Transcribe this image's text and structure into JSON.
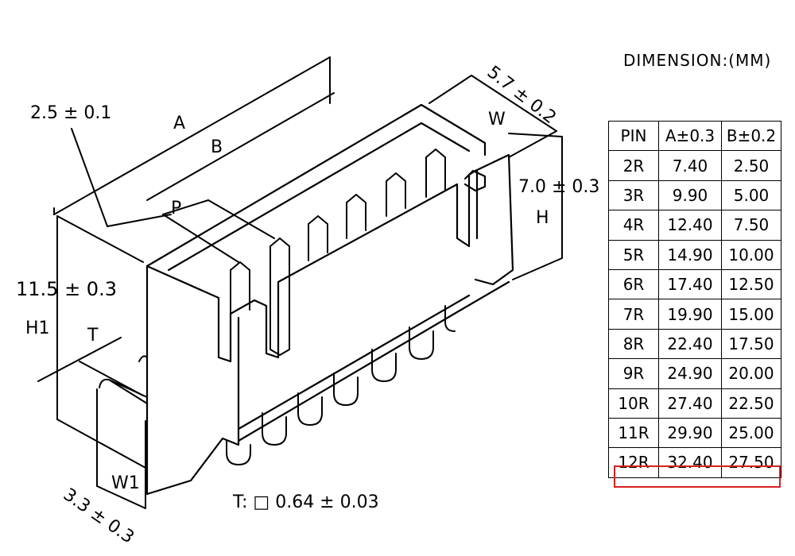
{
  "labels": {
    "tol_2_5": "2.5 ± 0.1",
    "A": "A",
    "B": "B",
    "P": "P",
    "W": "W",
    "tol_5_7": "5.7 ± 0.2",
    "tol_7_0": "7.0 ± 0.3",
    "H": "H",
    "tol_11_5": "11.5 ± 0.3",
    "H1": "H1",
    "T": "T",
    "W1": "W1",
    "tol_3_3": "3.3 ± 0.3",
    "pin_spec": "T: □ 0.64 ± 0.03"
  },
  "dimension": {
    "title": "DIMENSION:(MM)",
    "headers": [
      "PIN",
      "A±0.3",
      "B±0.2"
    ],
    "rows": [
      [
        "2R",
        "7.40",
        "2.50"
      ],
      [
        "3R",
        "9.90",
        "5.00"
      ],
      [
        "4R",
        "12.40",
        "7.50"
      ],
      [
        "5R",
        "14.90",
        "10.00"
      ],
      [
        "6R",
        "17.40",
        "12.50"
      ],
      [
        "7R",
        "19.90",
        "15.00"
      ],
      [
        "8R",
        "22.40",
        "17.50"
      ],
      [
        "9R",
        "24.90",
        "20.00"
      ],
      [
        "10R",
        "27.40",
        "22.50"
      ],
      [
        "11R",
        "29.90",
        "25.00"
      ],
      [
        "12R",
        "32.40",
        "27.50"
      ]
    ],
    "highlight_color": "#d62020"
  }
}
